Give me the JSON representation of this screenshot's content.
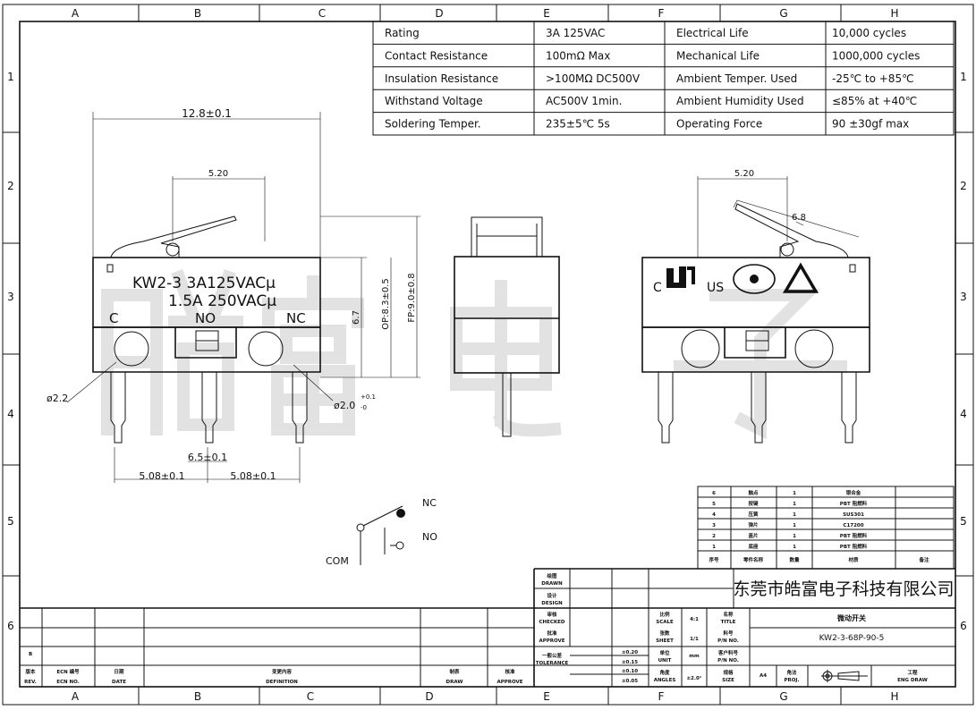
{
  "border": {
    "columns": [
      "A",
      "B",
      "C",
      "D",
      "E",
      "F",
      "G",
      "H"
    ],
    "rows": [
      "1",
      "2",
      "3",
      "4",
      "5",
      "6"
    ]
  },
  "watermark": "皓富电子",
  "specs": [
    [
      "Rating",
      "3A  125VAC",
      "Electrical Life",
      "10,000 cycles"
    ],
    [
      "Contact Resistance",
      "100mΩ Max",
      "Mechanical Life",
      "1000,000 cycles"
    ],
    [
      "Insulation Resistance",
      ">100MΩ DC500V",
      "Ambient Temper. Used",
      "-25℃ to +85℃"
    ],
    [
      "Withstand Voltage",
      "AC500V  1min.",
      "Ambient Humidity Used",
      "≤85% at +40℃"
    ],
    [
      "Soldering Temper.",
      "235±5℃ 5s",
      "Operating Force",
      "90 ±30gf max"
    ]
  ],
  "dims": {
    "width": "12.8±0.1",
    "lever": "5.20",
    "h1": "6.7",
    "op": "OP:8.3±0.5",
    "fp": "FP:9.0±0.8",
    "d1": "ø2.2",
    "d2": "ø2.0",
    "d2tol_up": "+0.1",
    "d2tol_dn": "-0",
    "pin_mid": "6.5±0.1",
    "pitch1": "5.08±0.1",
    "pitch2": "5.08±0.1",
    "r_lever": "5.20",
    "r_arm": "6.8"
  },
  "front": {
    "line1": "KW2-3 3A125VACμ",
    "line2": "1.5A 250VACμ",
    "c": "C",
    "no": "NO",
    "nc": "NC"
  },
  "rear": {
    "c": "C",
    "us": "US"
  },
  "schematic": {
    "nc": "NC",
    "no": "NO",
    "com": "COM"
  },
  "bom": {
    "rows": [
      [
        "6",
        "触点",
        "1",
        "银合金",
        ""
      ],
      [
        "5",
        "按键",
        "1",
        "PBT 阻燃料",
        ""
      ],
      [
        "4",
        "压簧",
        "1",
        "SUS301",
        ""
      ],
      [
        "3",
        "弹片",
        "1",
        "C17200",
        ""
      ],
      [
        "2",
        "盖片",
        "1",
        "PBT 阻燃料",
        ""
      ],
      [
        "1",
        "底座",
        "1",
        "PBT 阻燃料",
        ""
      ]
    ],
    "header": [
      "序号",
      "零件名称",
      "数量",
      "材质",
      "备注"
    ]
  },
  "company": "东莞市皓富电子科技有限公司",
  "title_block": {
    "drawn": [
      "绘图",
      "DRAWN"
    ],
    "design": [
      "设计",
      "DESIGN"
    ],
    "checked": [
      "审核",
      "CHECKED"
    ],
    "approve": [
      "批准",
      "APPROVE"
    ],
    "tolerance": [
      "一般公差",
      "TOLERANCE"
    ],
    "tols": [
      "±0.20",
      "±0.15",
      "±0.10",
      "±0.05"
    ],
    "scale": [
      "比例",
      "SCALE"
    ],
    "scale_val": "4:1",
    "sheet": [
      "张数",
      "SHEET"
    ],
    "sheet_val": "1/1",
    "unit": [
      "单位",
      "UNIT"
    ],
    "unit_val": "mm",
    "angles": [
      "角度",
      "ANGLES"
    ],
    "angles_val": "±2.0°",
    "title": [
      "名称",
      "TITLE"
    ],
    "title_val": "微动开关",
    "pn": [
      "料号",
      "P/N NO."
    ],
    "pn_val": "KW2-3-68P-90-5",
    "cpn": [
      "客户料号",
      "P/N NO."
    ],
    "size": [
      "规格",
      "SIZE"
    ],
    "size_val": "A4",
    "proj": [
      "角法",
      "PROJ."
    ],
    "eng": [
      "工程",
      "ENG DRAW"
    ]
  },
  "revision": {
    "rev_val": "B",
    "headers": [
      [
        "版本",
        "REV."
      ],
      [
        "ECN 编号",
        "ECN NO."
      ],
      [
        "日期",
        "DATE"
      ],
      [
        "变更内容",
        "DEFINITION"
      ],
      [
        "制表",
        "DRAW"
      ],
      [
        "核准",
        "APPROVE"
      ]
    ]
  }
}
